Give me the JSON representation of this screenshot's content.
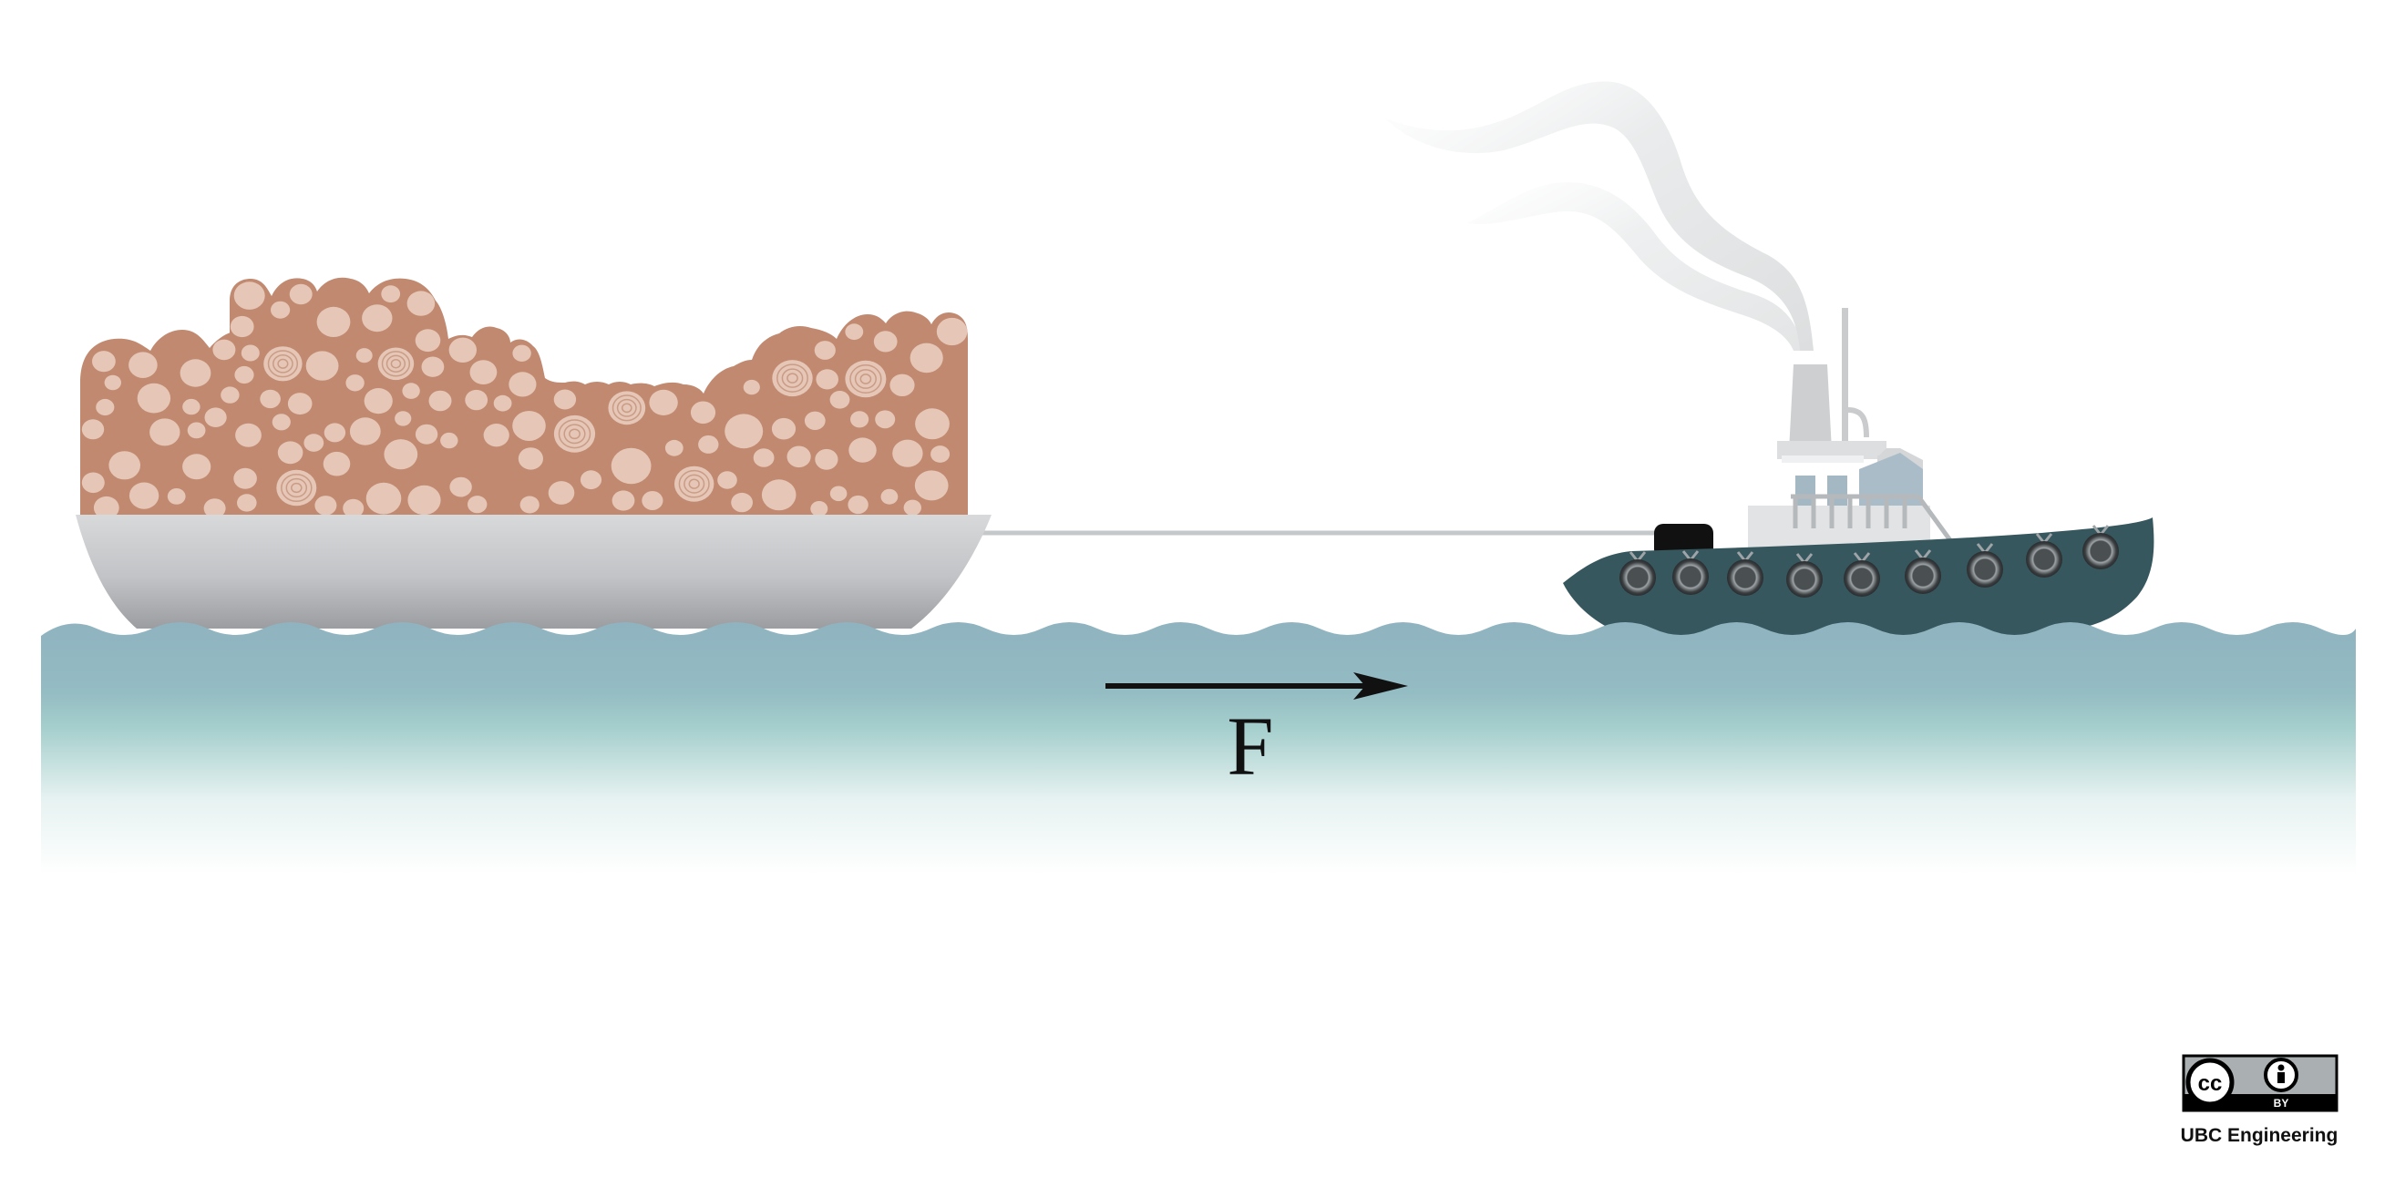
{
  "diagram": {
    "force_label": "F",
    "credit": "UBC Engineering",
    "license": {
      "icon": "cc-by-license-icon",
      "text": "BY"
    }
  },
  "colors": {
    "water_top": "#8fb3c0",
    "water_mid": "#9ec9c9",
    "barge_hull_top": "#d4d5d8",
    "barge_hull_bottom": "#a0a1a4",
    "log_pile": "#c08970",
    "log_end": "#e6c6b6",
    "tug_hull": "#36575d",
    "tug_cabin": "#d4d6d8",
    "tug_window": "#a4b8c4",
    "tow_rope": "#c4c8ca",
    "smoke": "#e3e5e6",
    "arrow": "#111111"
  }
}
